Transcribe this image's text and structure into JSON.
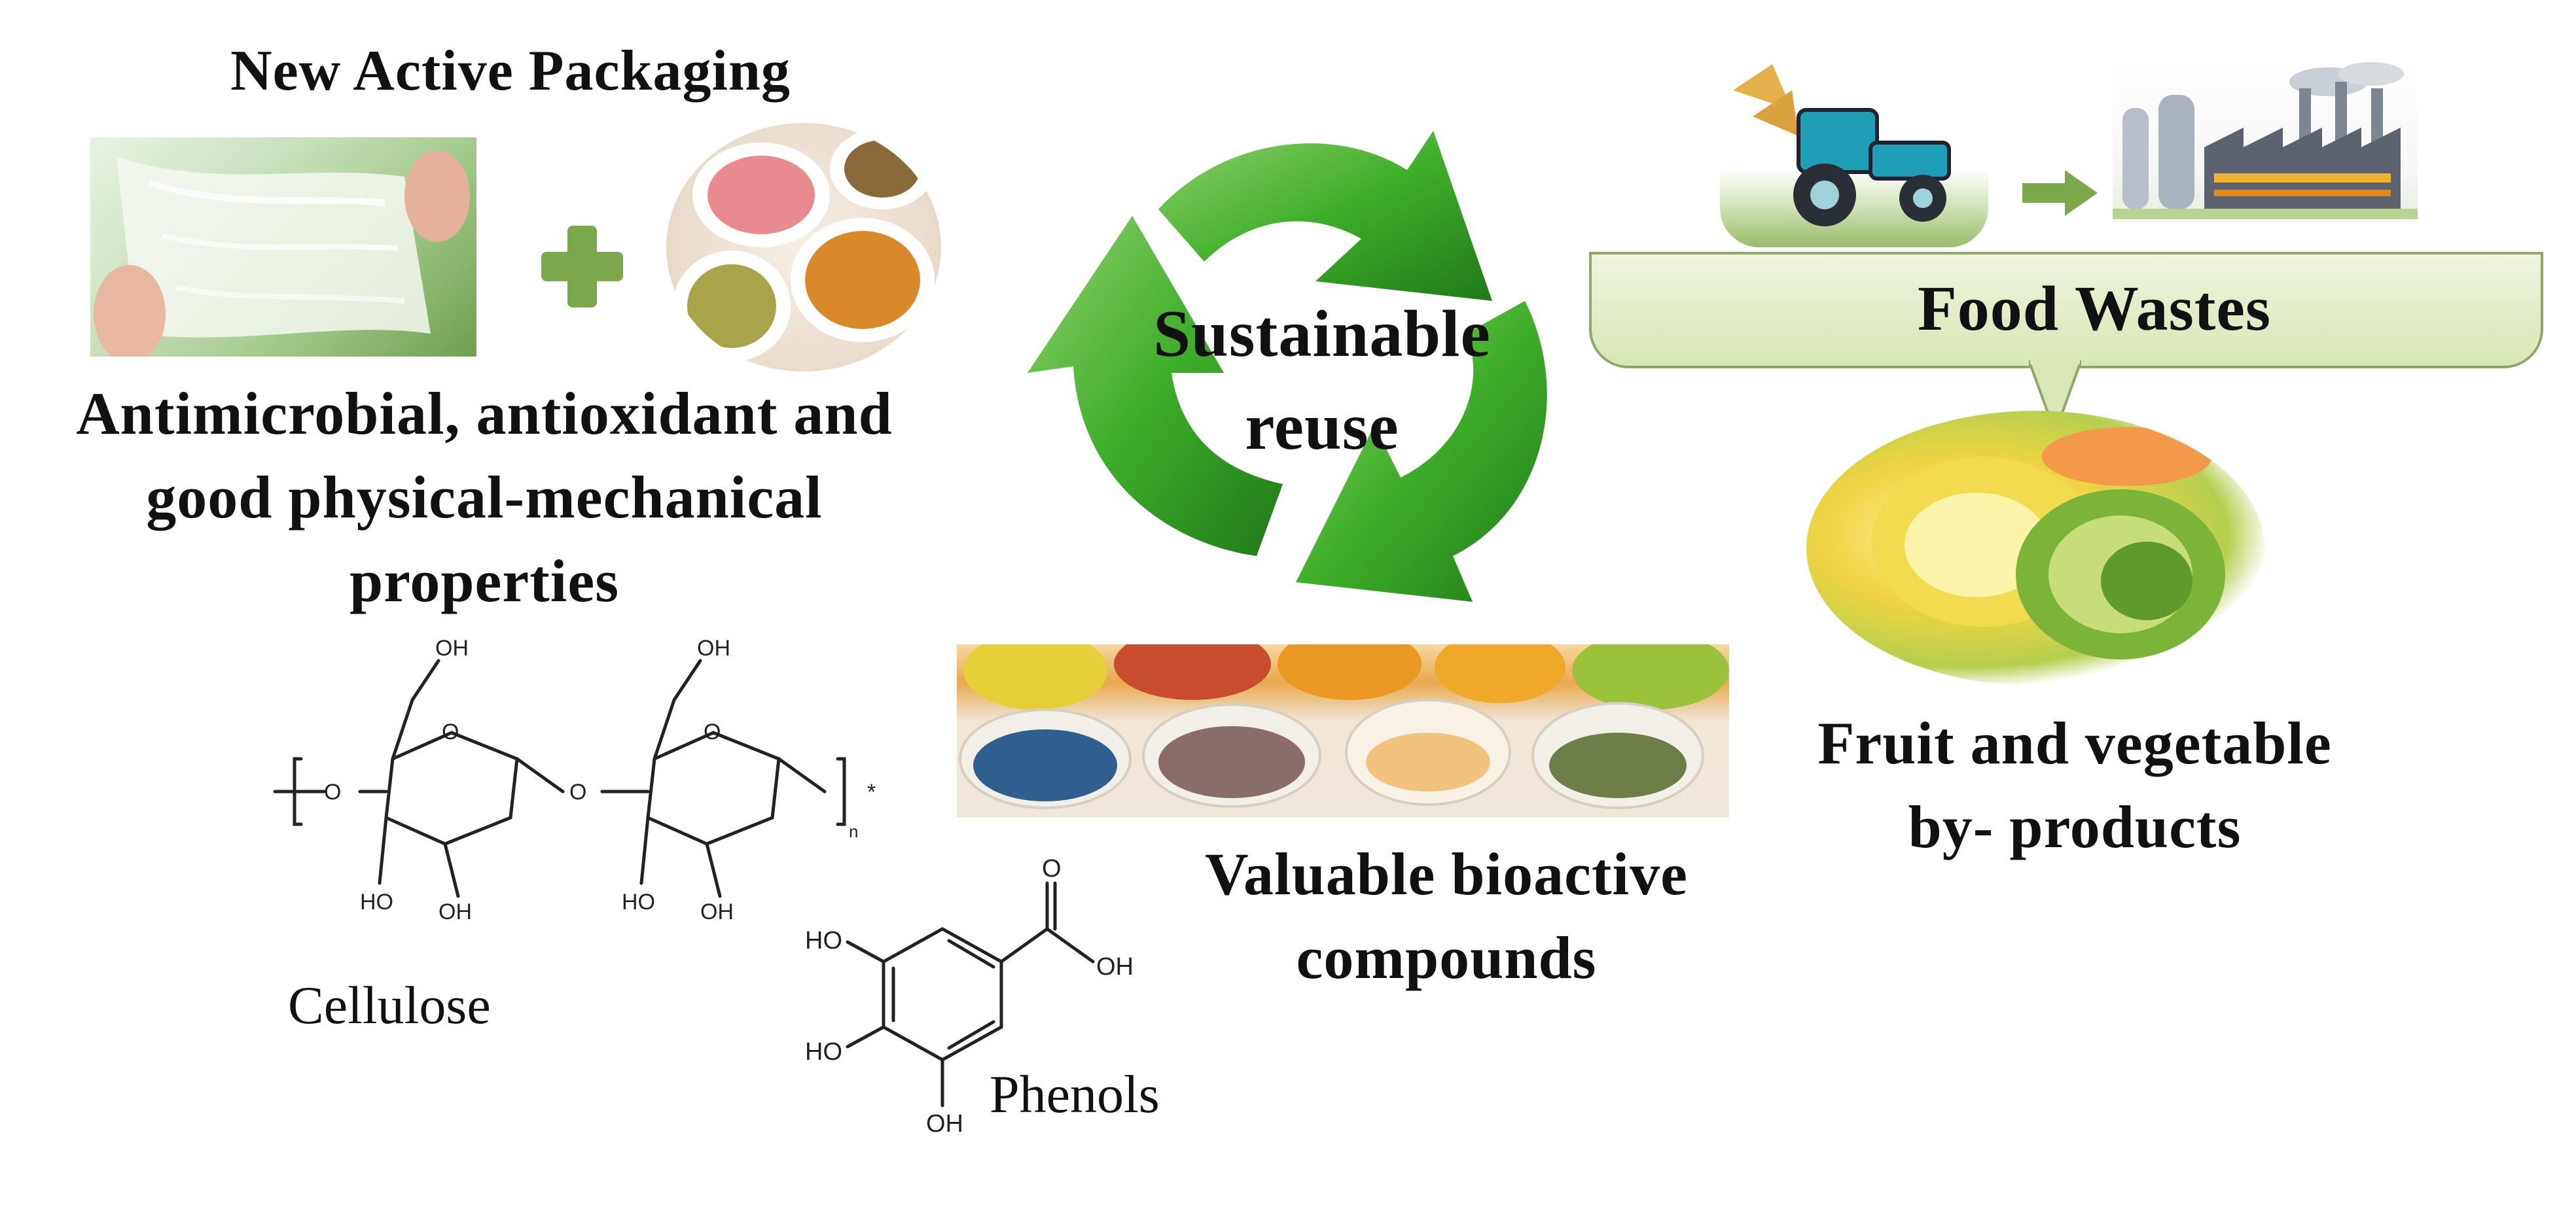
{
  "packaging": {
    "title": "New Active Packaging",
    "properties_lines": [
      "Antimicrobial, antioxidant and",
      "good physical-mechanical",
      "properties"
    ],
    "plus_symbol": "+"
  },
  "cycle": {
    "lines": [
      "Sustainable",
      "reuse"
    ],
    "arrow_color": "#3fae2a"
  },
  "bioactive": {
    "lines": [
      "Valuable bioactive",
      "compounds"
    ]
  },
  "food_wastes": {
    "banner": "Food Wastes",
    "by_products_lines": [
      "Fruit and vegetable",
      "by- products"
    ],
    "banner_color": "#d8e7b5"
  },
  "chemistry": {
    "cellulose_label": "Cellulose",
    "phenols_label": "Phenols",
    "oh": "OH",
    "ho": "HO",
    "o": "O",
    "n": "n"
  },
  "icons": [
    "plus-icon",
    "recycle-icon",
    "tractor-icon",
    "factory-icon",
    "arrow-right-icon"
  ]
}
